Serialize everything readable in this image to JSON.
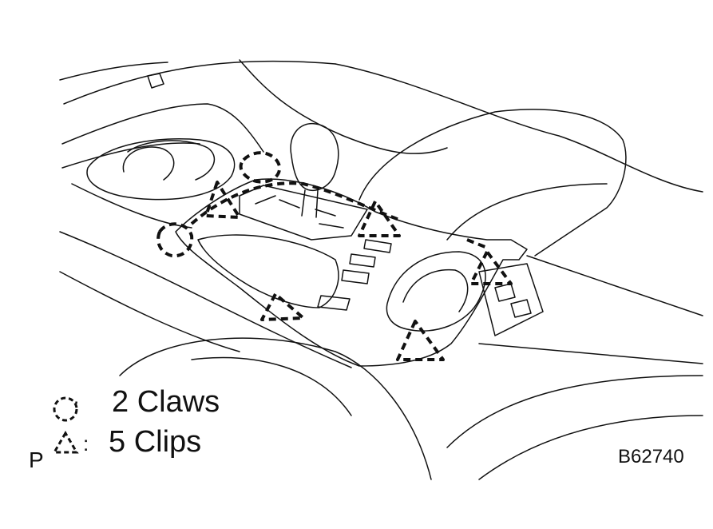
{
  "legend": {
    "claws_text": "2 Claws",
    "clips_text": "5 Clips",
    "colon": ":"
  },
  "view_letter": "P",
  "figure_code": "B62740",
  "colors": {
    "line": "#111111",
    "background": "#ffffff"
  }
}
